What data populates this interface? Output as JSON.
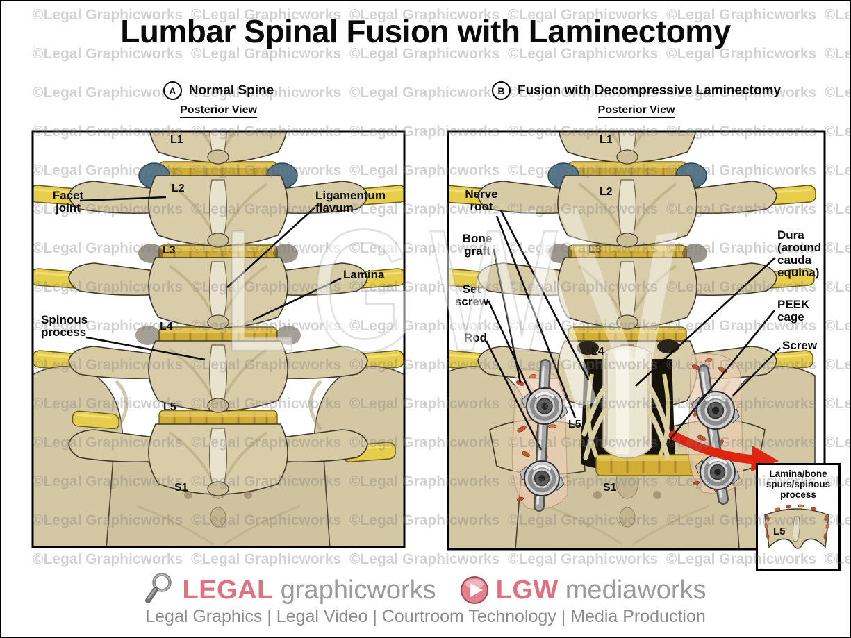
{
  "title": "Lumbar Spinal Fusion with Laminectomy",
  "watermark": {
    "text": "©Legal Graphicworks",
    "big": "LGW"
  },
  "panels": {
    "a": {
      "badge": "A",
      "heading": "Normal Spine",
      "view": "Posterior View",
      "levels": [
        "L1",
        "L2",
        "L3",
        "L4",
        "L5",
        "S1"
      ],
      "labels": {
        "facet_joint": [
          "Facet",
          "joint"
        ],
        "ligamentum_flavum": [
          "Ligamentum",
          "flavum"
        ],
        "lamina": [
          "Lamina"
        ],
        "spinous_process": [
          "Spinous",
          "process"
        ]
      }
    },
    "b": {
      "badge": "B",
      "heading": "Fusion with Decompressive Laminectomy",
      "view": "Posterior View",
      "levels": [
        "L1",
        "L2",
        "L3",
        "L4",
        "L5",
        "S1"
      ],
      "labels": {
        "nerve_root": [
          "Nerve",
          "root"
        ],
        "bone_graft": [
          "Bone",
          "graft"
        ],
        "set_screw": [
          "Set",
          "screw"
        ],
        "rod": [
          "Rod"
        ],
        "dura": [
          "Dura",
          "(around",
          "cauda",
          "equina)"
        ],
        "peek_cage": [
          "PEEK",
          "cage"
        ],
        "screw": [
          "Screw"
        ]
      },
      "inset": {
        "caption": [
          "Lamina/bone",
          "spurs/spinous",
          "process"
        ],
        "level": "L5"
      }
    }
  },
  "footer": {
    "brand1_strong": "LEGAL",
    "brand1_rest": "graphicworks",
    "brand2_strong": "LGW",
    "brand2_rest": "mediaworks",
    "tagline": "Legal Graphics | Legal Video | Courtroom Technology | Media Production"
  },
  "colors": {
    "accent_pink": "#e2707e",
    "brand_gray": "#9b9b9b",
    "arrow_red": "#df2512",
    "bone": "#d7cba6",
    "ligament_yellow": "#d2ae36",
    "facet_blue": "#53758a"
  }
}
